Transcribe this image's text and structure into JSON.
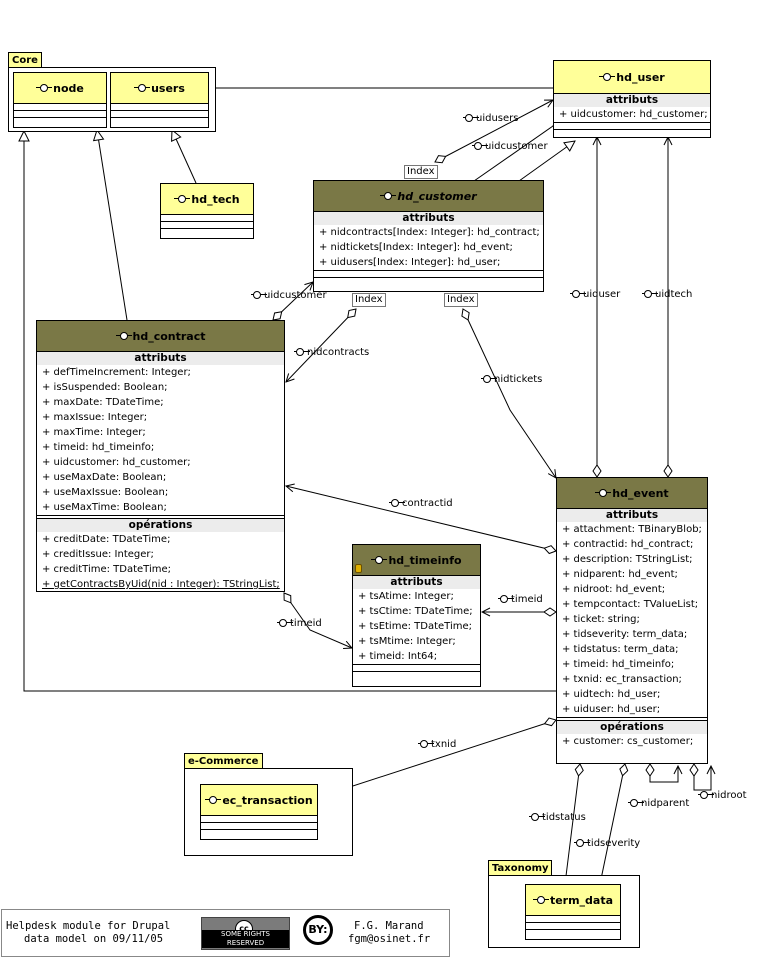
{
  "packages": {
    "core": "Core",
    "ecommerce": "e-Commerce",
    "taxonomy": "Taxonomy"
  },
  "sections": {
    "attributes": "attributs",
    "operations": "opérations"
  },
  "classes": {
    "node": {
      "name": "node"
    },
    "users": {
      "name": "users"
    },
    "hd_tech": {
      "name": "hd_tech"
    },
    "hd_user": {
      "name": "hd_user",
      "attributes": [
        "+ uidcustomer: hd_customer;"
      ]
    },
    "hd_customer": {
      "name": "hd_customer",
      "attributes": [
        "+ nidcontracts[Index: Integer]: hd_contract;",
        "+ nidtickets[Index: Integer]: hd_event;",
        "+ uidusers[Index: Integer]: hd_user;"
      ]
    },
    "hd_contract": {
      "name": "hd_contract",
      "attributes": [
        "+ defTimeIncrement: Integer;",
        "+ isSuspended: Boolean;",
        "+ maxDate: TDateTime;",
        "+ maxIssue: Integer;",
        "+ maxTime: Integer;",
        "+ timeid: hd_timeinfo;",
        "+ uidcustomer: hd_customer;",
        "+ useMaxDate: Boolean;",
        "+ useMaxIssue: Boolean;",
        "+ useMaxTime: Boolean;"
      ],
      "operations": [
        "+ creditDate: TDateTime;",
        "+ creditIssue: Integer;",
        "+ creditTime: TDateTime;",
        "+ getContractsByUid(nid : Integer): TStringList;"
      ]
    },
    "hd_timeinfo": {
      "name": "hd_timeinfo",
      "attributes": [
        "+ tsAtime: Integer;",
        "+ tsCtime: TDateTime;",
        "+ tsEtime: TDateTime;",
        "+ tsMtime: Integer;",
        "+ timeid: Int64;"
      ]
    },
    "hd_event": {
      "name": "hd_event",
      "attributes": [
        "+ attachment: TBinaryBlob;",
        "+ contractid: hd_contract;",
        "+ description: TStringList;",
        "+ nidparent: hd_event;",
        "+ nidroot: hd_event;",
        "+ tempcontact: TValueList;",
        "+ ticket: string;",
        "+ tidseverity: term_data;",
        "+ tidstatus: term_data;",
        "+ timeid: hd_timeinfo;",
        "+ txnid: ec_transaction;",
        "+ uidtech: hd_user;",
        "+ uiduser: hd_user;"
      ],
      "operations": [
        "+ customer: cs_customer;"
      ]
    },
    "ec_transaction": {
      "name": "ec_transaction"
    },
    "term_data": {
      "name": "term_data"
    }
  },
  "associations": {
    "uidusers": "uidusers",
    "uidcustomer_top": "uidcustomer",
    "uidcustomer_left": "uidcustomer",
    "nidcontracts": "nidcontracts",
    "nidtickets": "nidtickets",
    "uiduser": "uiduser",
    "uidtech": "uidtech",
    "contractid": "contractid",
    "timeid_left": "timeid",
    "timeid_right": "timeid",
    "txnid": "txnid",
    "tidstatus": "tidstatus",
    "tidseverity": "tidseverity",
    "nidparent": "nidparent",
    "nidroot": "nidroot",
    "index1": "Index",
    "index2": "Index",
    "index3": "Index"
  },
  "footer": {
    "line1": "Helpdesk module for Drupal",
    "line2": "data model on 09/11/05",
    "author": "F.G. Marand",
    "email": "fgm@osinet.fr",
    "cc_mark": "cc",
    "cc_text": "SOME RIGHTS RESERVED",
    "by": "BY:"
  }
}
